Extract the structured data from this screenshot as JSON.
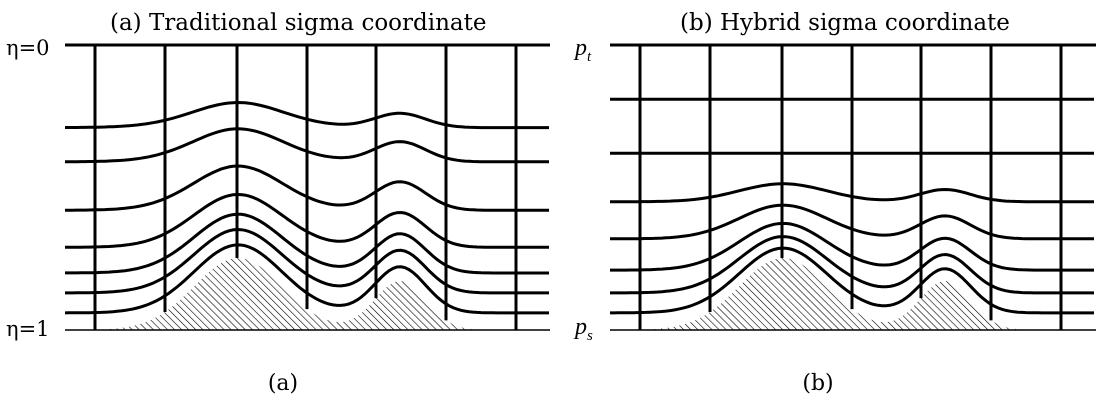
{
  "panels": [
    {
      "title": "(a)  Traditional sigma coordinate",
      "top_label": "η=0",
      "bottom_label": "η=1",
      "caption": "(a)",
      "layers": "terrain-following"
    },
    {
      "title": "(b)  Hybrid sigma coordinate",
      "top_label": {
        "base": "p",
        "sub": "t"
      },
      "bottom_label": {
        "base": "p",
        "sub": "s"
      },
      "caption": "(b)",
      "layers": "hybrid"
    }
  ],
  "colors": {
    "line": "#000000",
    "background": "#ffffff",
    "terrain_hatch": "#000000"
  }
}
